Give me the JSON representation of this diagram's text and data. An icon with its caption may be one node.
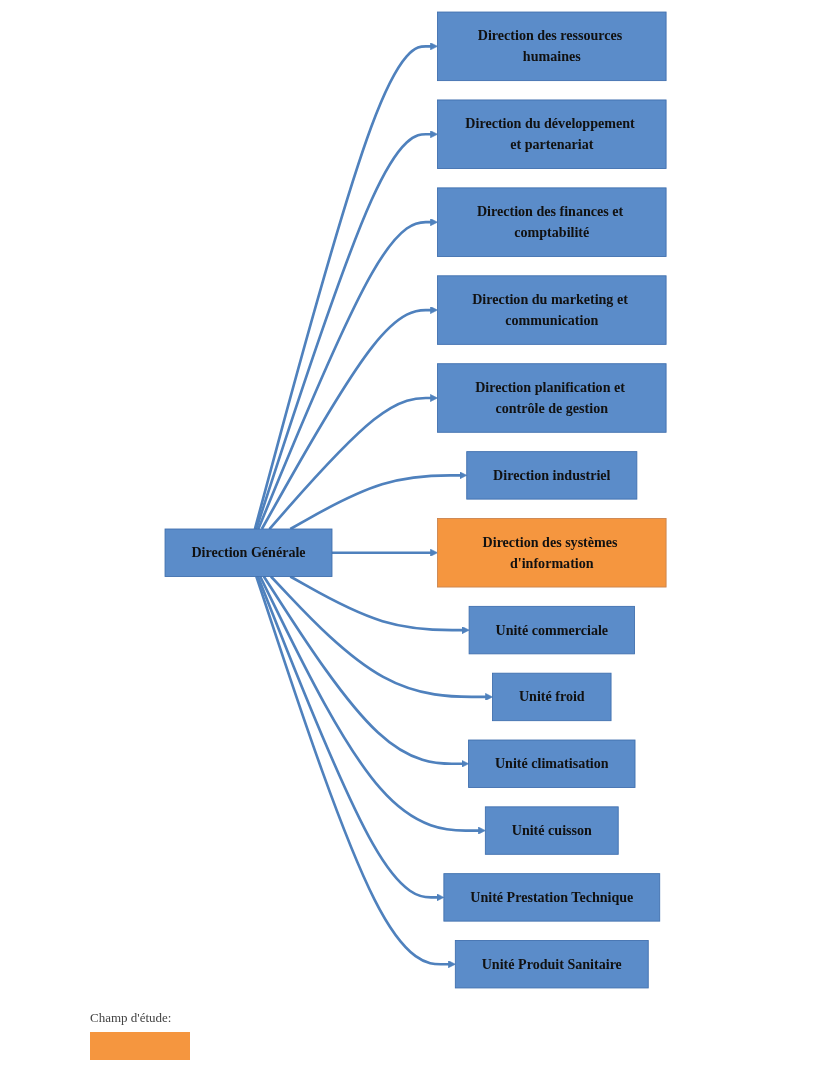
{
  "diagram": {
    "nodes": [
      {
        "text": [
          "Direction  Générale"
        ]
      },
      {
        "text": [
          "Direction des ressources humaines"
        ]
      },
      {
        "text": [
          "Direction du développement et partenariat"
        ]
      },
      {
        "text": [
          "Direction des finances et comptabilité"
        ]
      },
      {
        "text": [
          "Direction du marketing et communication"
        ]
      },
      {
        "text": [
          "Direction planification et contrôle de gestion"
        ]
      },
      {
        "text": [
          "Direction industriel"
        ]
      },
      {
        "text": [
          "Direction des systèmes d'information"
        ]
      },
      {
        "text": [
          "Unité commerciale"
        ]
      },
      {
        "text": [
          "Unité froid"
        ]
      },
      {
        "text": [
          "Unité climatisation"
        ]
      },
      {
        "text": [
          "Unité cuisson"
        ]
      },
      {
        "text": [
          "Unité Prestation Technique"
        ]
      },
      {
        "text": [
          "Unité Produit Sanitaire"
        ]
      }
    ],
    "edges": [
      {
        "from": 0,
        "to": 1,
        "arrow": "to"
      },
      {
        "from": 0,
        "to": 2,
        "arrow": "to"
      },
      {
        "from": 0,
        "to": 3,
        "arrow": "to"
      },
      {
        "from": 0,
        "to": 4,
        "arrow": "to"
      },
      {
        "from": 0,
        "to": 5,
        "arrow": "to"
      },
      {
        "from": 0,
        "to": 6,
        "arrow": "to"
      },
      {
        "from": 0,
        "to": 7,
        "arrow": "to"
      },
      {
        "from": 0,
        "to": 8,
        "arrow": "to"
      },
      {
        "from": 0,
        "to": 9,
        "arrow": "to"
      },
      {
        "from": 0,
        "to": 10,
        "arrow": "to"
      },
      {
        "from": 0,
        "to": 11,
        "arrow": "to"
      },
      {
        "from": 0,
        "to": 12,
        "arrow": "to"
      },
      {
        "from": 0,
        "to": 13,
        "arrow": "to"
      }
    ],
    "legend": [
      {
        "text": "Champ d'étude:",
        "color": "#f5963f"
      }
    ]
  }
}
